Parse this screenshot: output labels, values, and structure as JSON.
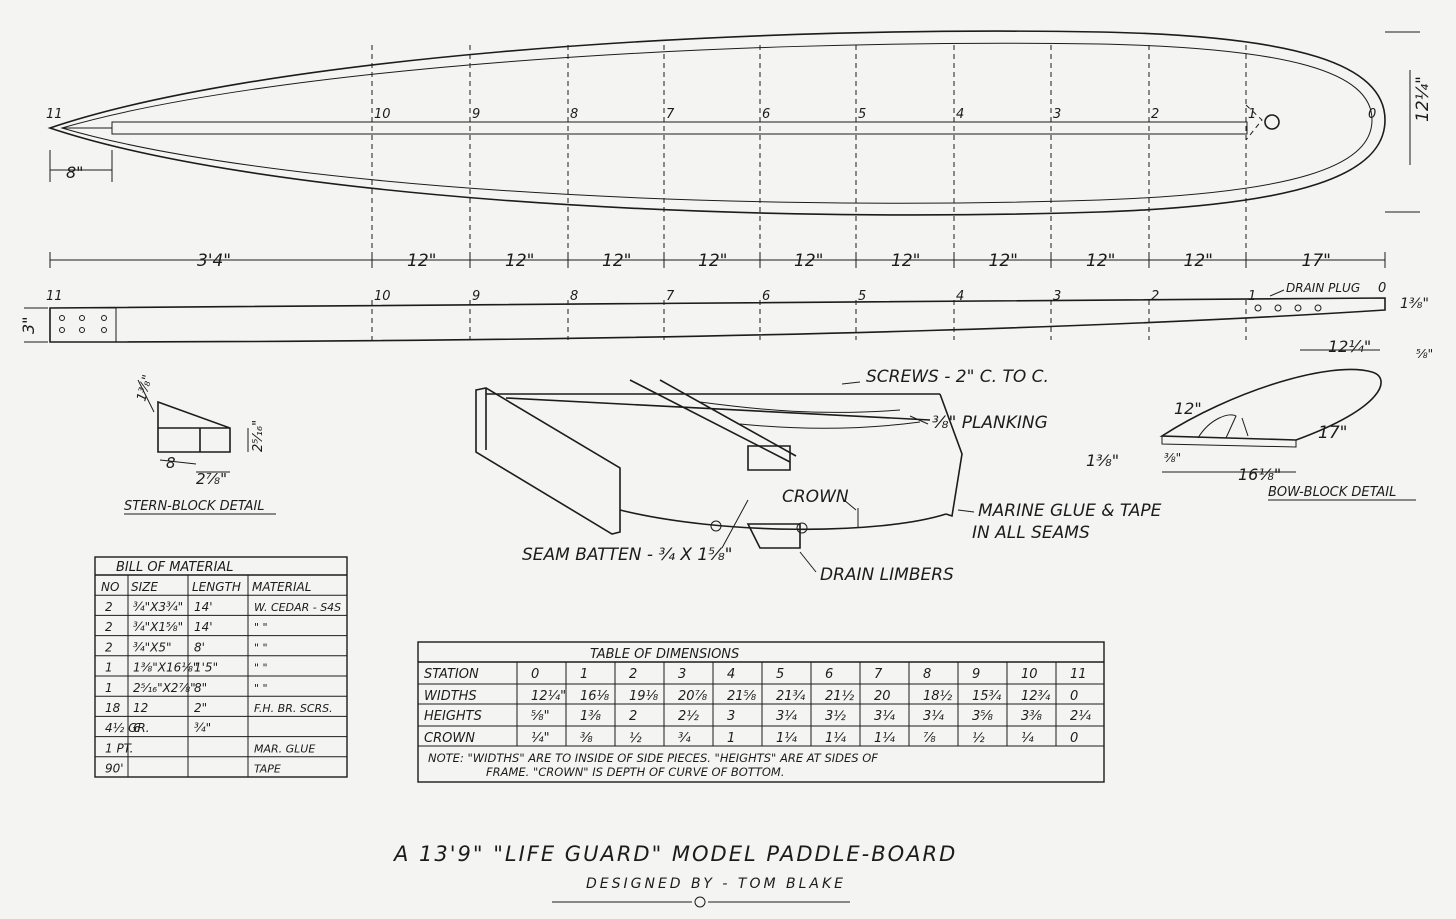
{
  "plan": {
    "stations": [
      "11",
      "10",
      "9",
      "8",
      "7",
      "6",
      "5",
      "4",
      "3",
      "2",
      "1",
      "0"
    ],
    "spacings": [
      "3'4\"",
      "12\"",
      "12\"",
      "12\"",
      "12\"",
      "12\"",
      "12\"",
      "12\"",
      "12\"",
      "12\"",
      "17\""
    ],
    "tail_dim": "8\"",
    "nose_width": "12¼\""
  },
  "profile": {
    "height_dim": "3\"",
    "bow_height": "1⅜\"",
    "drain_plug": "DRAIN PLUG"
  },
  "stern_block": {
    "title": "STERN-BLOCK DETAIL",
    "dims": [
      "1⅜\"",
      "8",
      "2⅞\"",
      "2⁵⁄₁₆\""
    ]
  },
  "bow_block": {
    "title": "BOW-BLOCK DETAIL",
    "dims": [
      "12¼\"",
      "⅝\"",
      "12\"",
      "17\"",
      "1⅜\"",
      "⅜\"",
      "16⅛\""
    ]
  },
  "section": {
    "labels": [
      "SCREWS - 2\" C. TO C.",
      "⅜\" PLANKING",
      "CROWN",
      "MARINE GLUE & TAPE",
      "IN ALL SEAMS",
      "SEAM BATTEN - ¾ X 1⅝\"",
      "DRAIN LIMBERS"
    ]
  },
  "bill_of_material": {
    "title": "BILL OF MATERIAL",
    "headers": [
      "NO",
      "SIZE",
      "LENGTH",
      "MATERIAL"
    ],
    "rows": [
      [
        "2",
        "¾\"X3¾\"",
        "14'",
        "W. CEDAR - S4S"
      ],
      [
        "2",
        "¾\"X1⅝\"",
        "14'",
        "\"        \""
      ],
      [
        "2",
        "¾\"X5\"",
        "8'",
        "\"        \""
      ],
      [
        "1",
        "1⅜\"X16⅛\"",
        "1'5\"",
        "\"        \""
      ],
      [
        "1",
        "2⁵⁄₁₆\"X2⅞\"",
        "8\"",
        "\"        \""
      ],
      [
        "18",
        "12",
        "2\"",
        "F.H. BR. SCRS."
      ],
      [
        "4½ GR.",
        "6",
        "¾\"",
        ""
      ],
      [
        "1 PT.",
        "",
        "",
        "MAR. GLUE"
      ],
      [
        "90'",
        "",
        "",
        "TAPE"
      ]
    ]
  },
  "dimensions_table": {
    "title": "TABLE OF DIMENSIONS",
    "header": [
      "STATION",
      "0",
      "1",
      "2",
      "3",
      "4",
      "5",
      "6",
      "7",
      "8",
      "9",
      "10",
      "11"
    ],
    "rows": [
      [
        "WIDTHS",
        "12¼\"",
        "16⅛",
        "19⅛",
        "20⅞",
        "21⅝",
        "21¾",
        "21½",
        "20",
        "18½",
        "15¾",
        "12¾",
        "0"
      ],
      [
        "HEIGHTS",
        "⅝\"",
        "1⅜",
        "2",
        "2½",
        "3",
        "3¼",
        "3½",
        "3¼",
        "3¼",
        "3⅝",
        "3⅜",
        "2¼"
      ],
      [
        "CROWN",
        "¼\"",
        "⅜",
        "½",
        "¾",
        "1",
        "1¼",
        "1¼",
        "1¼",
        "⅞",
        "½",
        "¼",
        "0"
      ]
    ],
    "note_line1": "NOTE: \"WIDTHS\" ARE TO INSIDE OF SIDE PIECES.  \"HEIGHTS\" ARE AT SIDES OF",
    "note_line2": "FRAME.  \"CROWN\" IS DEPTH OF CURVE OF BOTTOM."
  },
  "title": "A 13'9\" \"LIFE GUARD\" MODEL PADDLE-BOARD",
  "designer": "DESIGNED BY - TOM BLAKE"
}
